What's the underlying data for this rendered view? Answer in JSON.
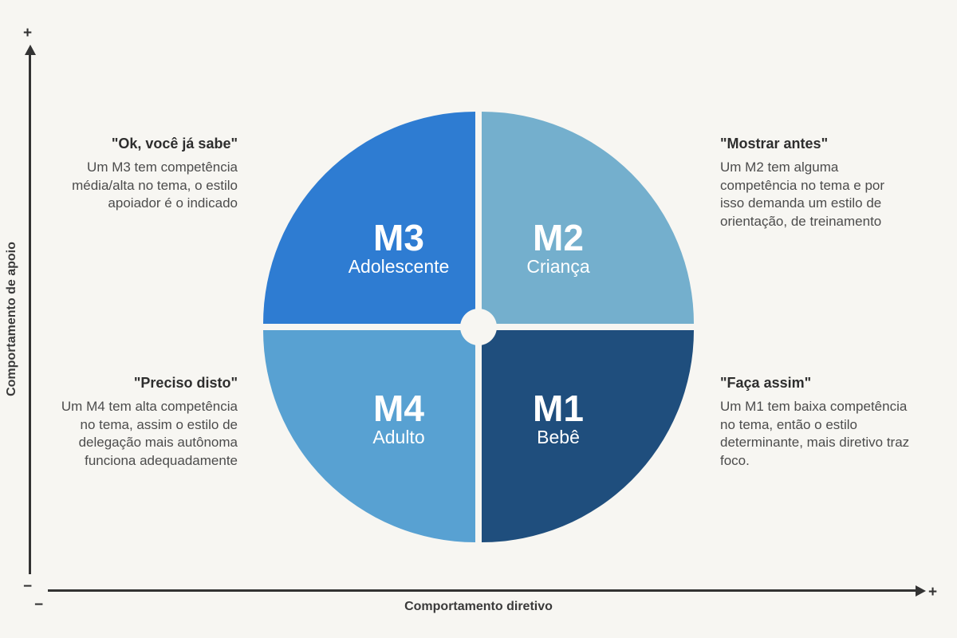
{
  "colors": {
    "background": "#f7f6f2",
    "axis": "#333333",
    "note_title": "#2e2e2e",
    "note_body": "#4c4c4c",
    "quadrant_label": "#ffffff",
    "m3": "#2e7cd2",
    "m2": "#74afcd",
    "m4": "#58a1d2",
    "m1": "#1f4e7d"
  },
  "axes": {
    "y": {
      "label": "Comportamento de apoio",
      "plus": "+",
      "minus": "−"
    },
    "x": {
      "label": "Comportamento diretivo",
      "plus": "+",
      "minus": "−"
    }
  },
  "quadrants": {
    "m3": {
      "code": "M3",
      "name": "Adolescente",
      "color": "#2e7cd2"
    },
    "m2": {
      "code": "M2",
      "name": "Criança",
      "color": "#74afcd"
    },
    "m4": {
      "code": "M4",
      "name": "Adulto",
      "color": "#58a1d2"
    },
    "m1": {
      "code": "M1",
      "name": "Bebê",
      "color": "#1f4e7d"
    }
  },
  "annotations": {
    "m3": {
      "title": "\"Ok, você já sabe\"",
      "lines": [
        "Um M3 tem competência",
        "média/alta no tema, o estilo",
        "apoiador é o indicado"
      ]
    },
    "m2": {
      "title": "\"Mostrar antes\"",
      "lines": [
        "Um M2 tem alguma",
        "competência no tema e por",
        "isso demanda um estilo de",
        "orientação, de treinamento"
      ]
    },
    "m4": {
      "title": "\"Preciso disto\"",
      "lines": [
        "Um M4 tem alta competência",
        "no tema, assim o estilo de",
        "delegação mais autônoma",
        "funciona adequadamente"
      ]
    },
    "m1": {
      "title": "\"Faça assim\"",
      "lines": [
        "Um M1 tem baixa competência",
        "no tema, então o estilo",
        "determinante, mais diretivo traz",
        "foco."
      ]
    }
  }
}
